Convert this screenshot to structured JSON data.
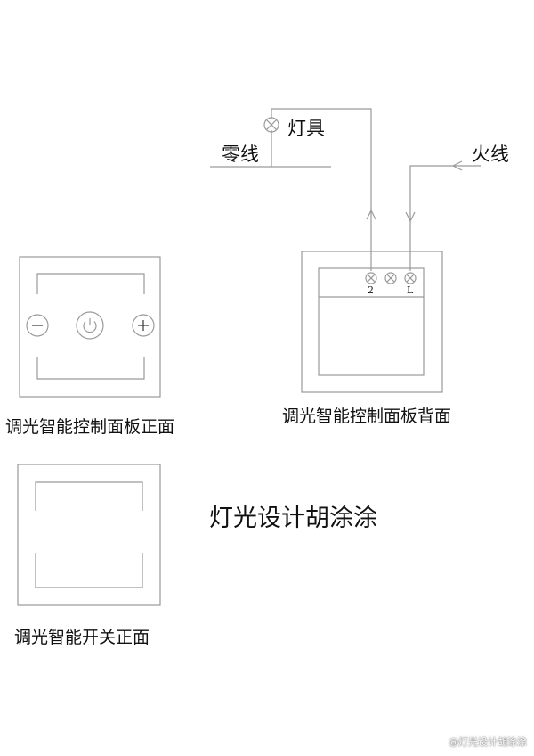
{
  "labels": {
    "lamp": "灯具",
    "neutral": "零线",
    "live": "火线",
    "terminal_2": "2",
    "terminal_l": "L",
    "front_caption": "调光智能控制面板正面",
    "back_caption": "调光智能控制面板背面",
    "switch_caption": "调光智能开关正面",
    "title": "灯光设计胡涂涂",
    "watermark": "@灯光设计胡涂涂"
  },
  "icons": [
    "minus-icon",
    "power-icon",
    "plus-icon",
    "lamp-symbol",
    "terminal-symbol"
  ],
  "colors": {
    "line": "#9a9a9a",
    "line_dark": "#555555",
    "text": "#111111"
  }
}
